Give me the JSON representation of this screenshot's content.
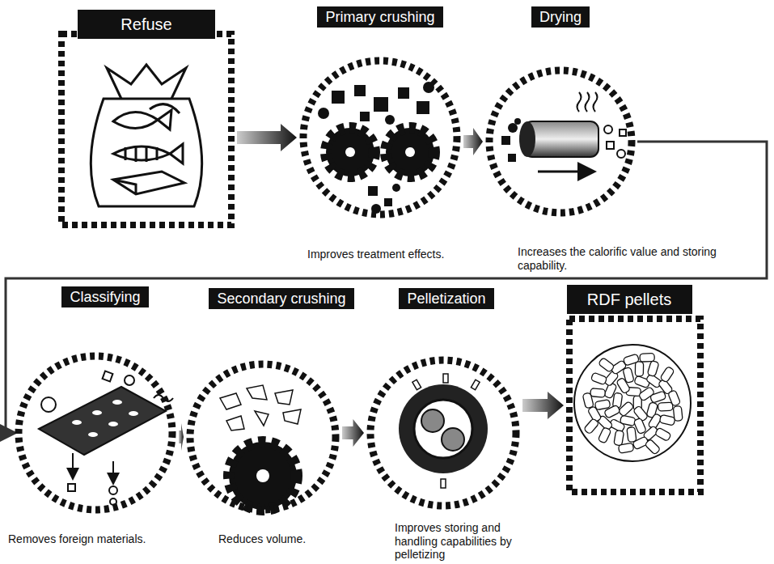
{
  "diagram": {
    "nodes": [
      {
        "text": [
          "Refuse"
        ]
      },
      {
        "text": [
          "Primary crushing",
          "Improves treatment effects."
        ]
      },
      {
        "text": [
          "Drying",
          "Increases the calorific value and storing capability."
        ]
      },
      {
        "text": [
          "Classifying",
          "Removes foreign materials."
        ]
      },
      {
        "text": [
          "Secondary crushing",
          "Reduces volume."
        ]
      },
      {
        "text": [
          "Pelletization",
          "Improves storing and handling capabilities by pelletizing"
        ]
      },
      {
        "text": [
          "RDF pellets"
        ]
      }
    ],
    "edges": [
      {
        "from": 0,
        "to": 1,
        "arrow": "to"
      },
      {
        "from": 1,
        "to": 2,
        "arrow": "to"
      },
      {
        "from": 2,
        "to": 3,
        "arrow": "to"
      },
      {
        "from": 3,
        "to": 4,
        "arrow": "to"
      },
      {
        "from": 4,
        "to": 5,
        "arrow": "to"
      },
      {
        "from": 5,
        "to": 6,
        "arrow": "to"
      }
    ]
  }
}
